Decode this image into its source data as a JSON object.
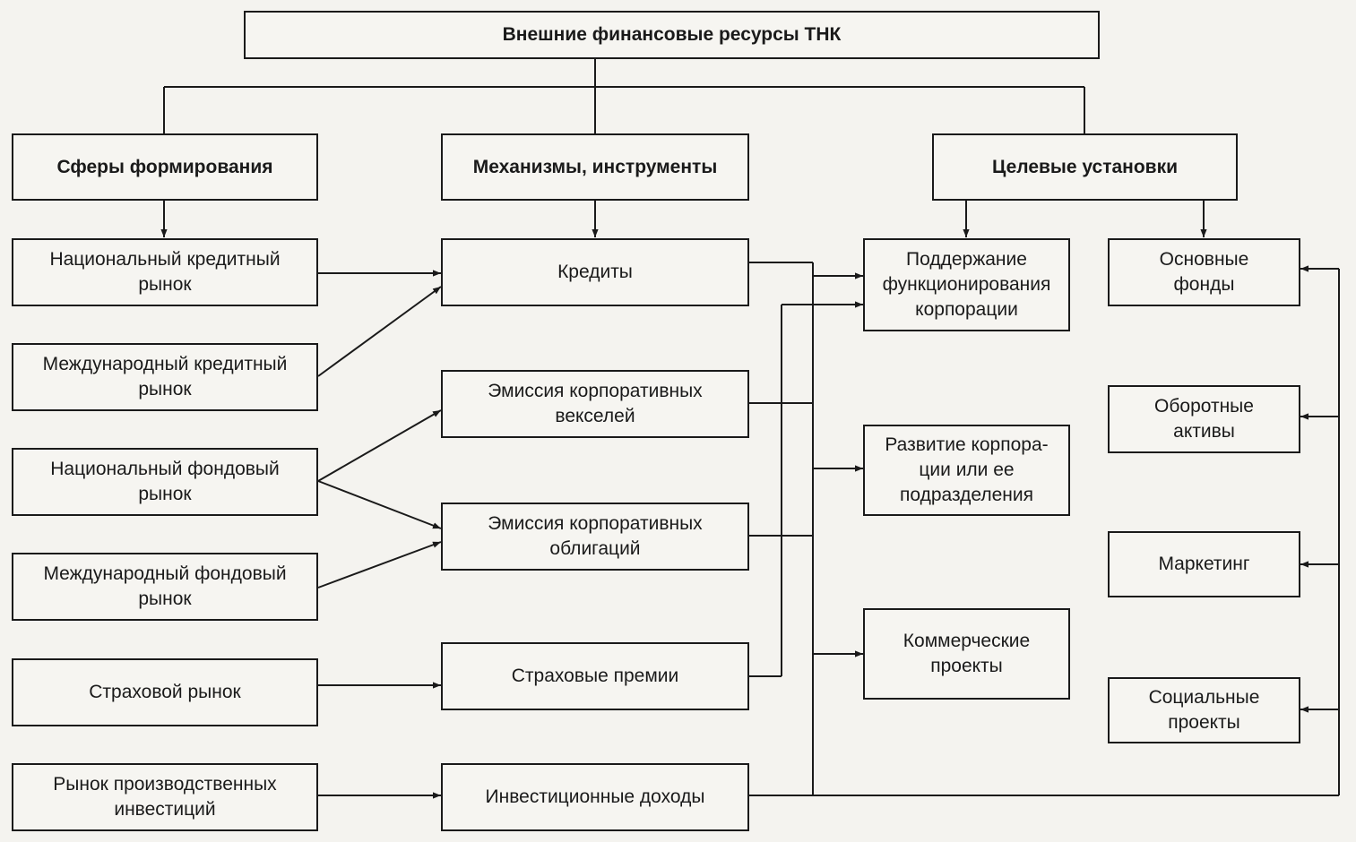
{
  "title": "Внешние финансовые ресурсы ТНК",
  "headers": {
    "spheres": "Сферы формирования",
    "mechanisms": "Механизмы, инструменты",
    "targets": "Целевые установки"
  },
  "spheres": [
    "Национальный кредитный\nрынок",
    "Международный кредитный\nрынок",
    "Национальный фондовый\nрынок",
    "Международный фондовый\nрынок",
    "Страховой рынок",
    "Рынок производственных\nинвестиций"
  ],
  "mechanisms": [
    "Кредиты",
    "Эмиссия корпоративных\nвекселей",
    "Эмиссия корпоративных\nоблигаций",
    "Страховые премии",
    "Инвестиционные доходы"
  ],
  "goals": [
    "Поддержание\nфункционирования\nкорпорации",
    "Развитие корпора-\nции или ее\nподразделения",
    "Коммерческие\nпроекты"
  ],
  "assets": [
    "Основные\nфонды",
    "Оборотные\nактивы",
    "Маркетинг",
    "Социальные\nпроекты"
  ]
}
